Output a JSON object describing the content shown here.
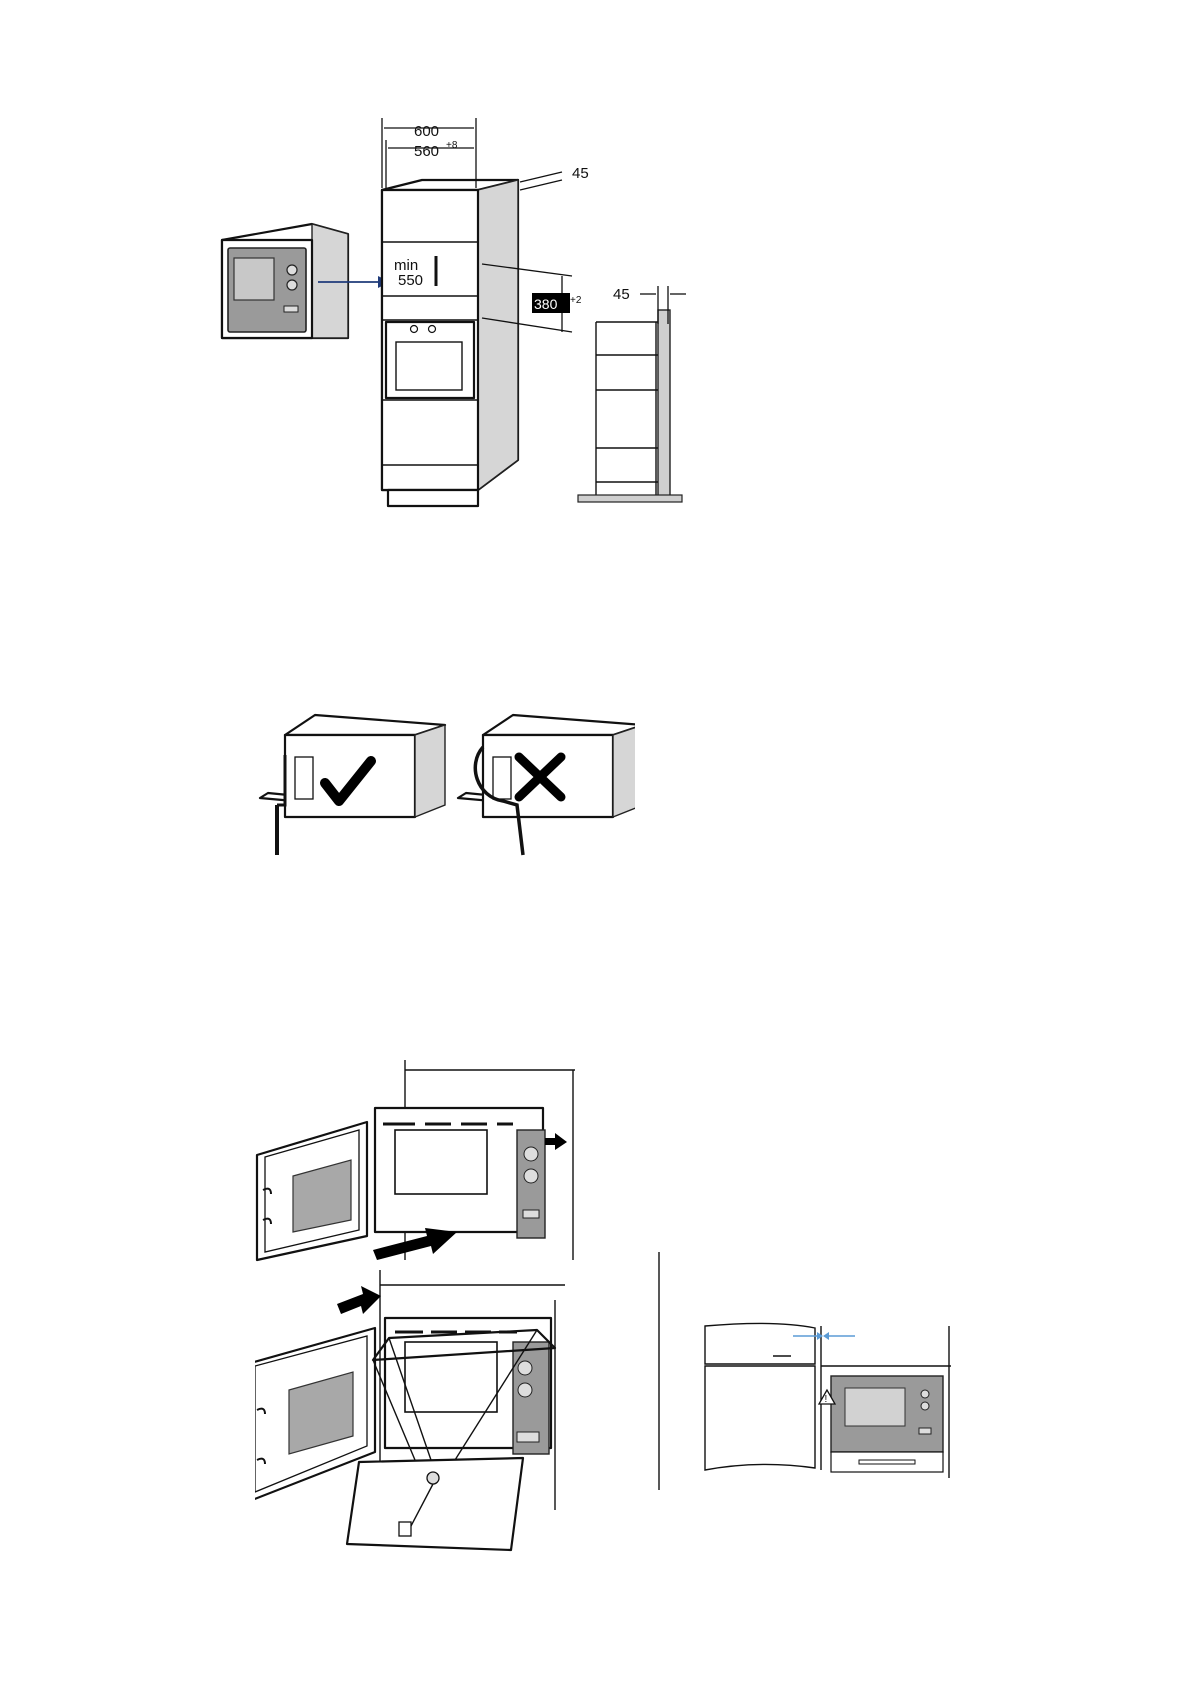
{
  "figure1": {
    "width_outer": "600",
    "width_inner": "560",
    "width_inner_tol": "+8",
    "top_gap": "45",
    "depth_label_min": "min",
    "depth_value": "550",
    "niche_height": "380",
    "niche_height_tol": "+2",
    "side_gap": "45",
    "arrow_color": "#1f3b7a"
  },
  "figure2": {
    "correct_symbol": "check-mark",
    "incorrect_symbol": "cross-mark"
  },
  "figure3": {
    "accent_color": "#5b9bd5",
    "warning_symbol": "!"
  }
}
